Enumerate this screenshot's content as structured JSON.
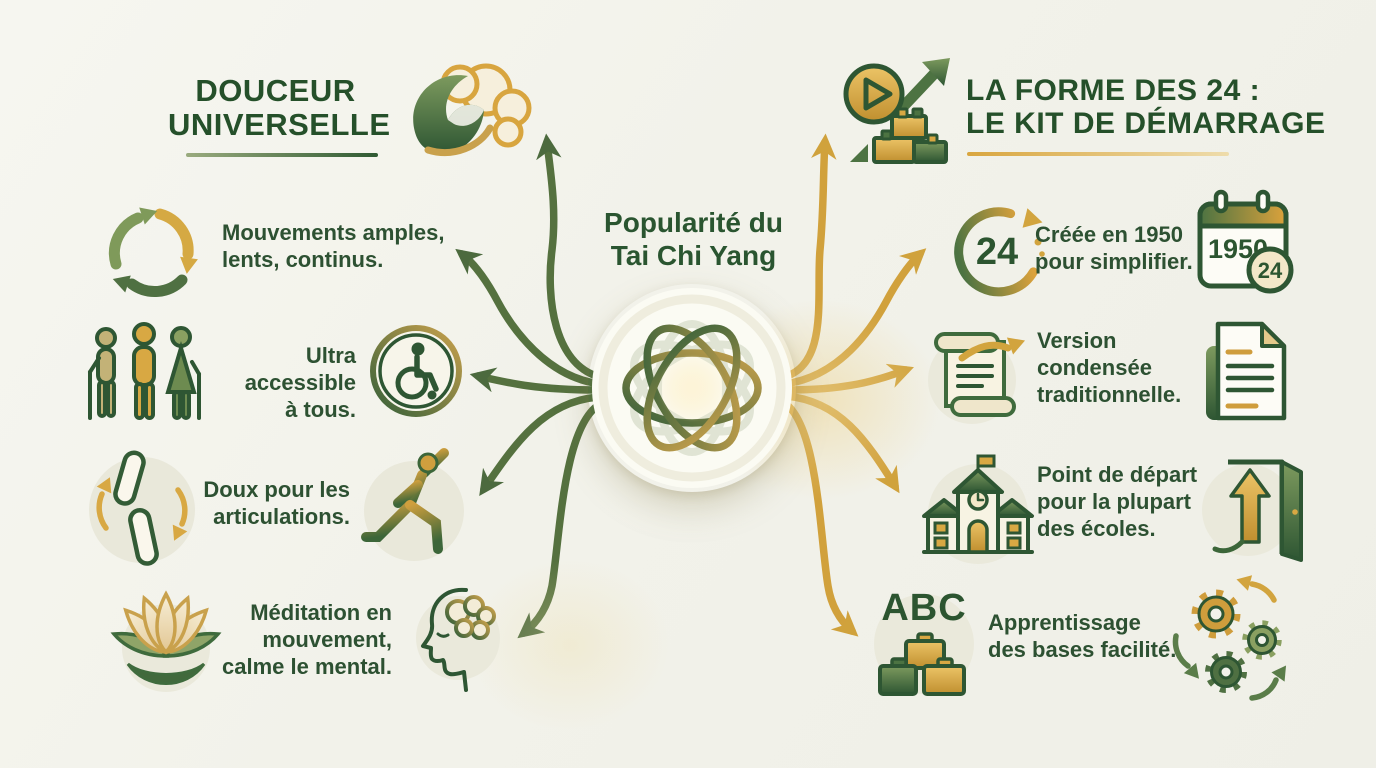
{
  "palette": {
    "green_dark": "#25502a",
    "green": "#3f6b3d",
    "olive": "#7d8f57",
    "gold": "#d2a33e",
    "gold_deep": "#c08f2f",
    "cream": "#f2e7cc",
    "background": "#f2f2ea"
  },
  "center": {
    "title_line1": "Popularité du",
    "title_line2": "Tai Chi Yang",
    "icon": "knot-icon"
  },
  "left_branch": {
    "title_line1": "DOUCEUR",
    "title_line2": "UNIVERSELLE",
    "icon": "wave-cloud-icon",
    "items": [
      {
        "lead_icon": "cycle-arrows-icon",
        "trail_icon": "",
        "line1": "Mouvements amples,",
        "line2": "lents, continus.",
        "line3": ""
      },
      {
        "lead_icon": "elderly-group-icon",
        "trail_icon": "wheelchair-icon",
        "line1": "Ultra accessible",
        "line2": "à tous.",
        "line3": ""
      },
      {
        "lead_icon": "knee-joint-icon",
        "trail_icon": "stretch-person-icon",
        "line1": "Doux pour les",
        "line2": "articulations.",
        "line3": ""
      },
      {
        "lead_icon": "lotus-icon",
        "trail_icon": "head-brain-icon",
        "line1": "Méditation en",
        "line2": "mouvement,",
        "line3": "calme le mental."
      }
    ]
  },
  "right_branch": {
    "title_line1": "LA FORME DES 24 :",
    "title_line2": "LE KIT DE DÉMARRAGE",
    "icon": "play-blocks-icon",
    "items": [
      {
        "lead_icon": "loop-24-icon",
        "trail_icon": "calendar-1950-icon",
        "line1": "Créée en 1950",
        "line2": "pour simplifier.",
        "line3": "",
        "loop_label": "24",
        "calendar_year": "1950",
        "calendar_badge": "24"
      },
      {
        "lead_icon": "scroll-icon",
        "trail_icon": "document-icon",
        "line1": "Version",
        "line2": "condensée",
        "line3": "traditionnelle."
      },
      {
        "lead_icon": "school-icon",
        "trail_icon": "door-exit-icon",
        "line1": "Point de départ",
        "line2": "pour la plupart",
        "line3": "des écoles."
      },
      {
        "lead_icon": "abc-blocks-icon",
        "trail_icon": "gears-icon",
        "line1": "Apprentissage",
        "line2": "des bases facilité.",
        "line3": "",
        "abc_label": "ABC"
      }
    ]
  }
}
